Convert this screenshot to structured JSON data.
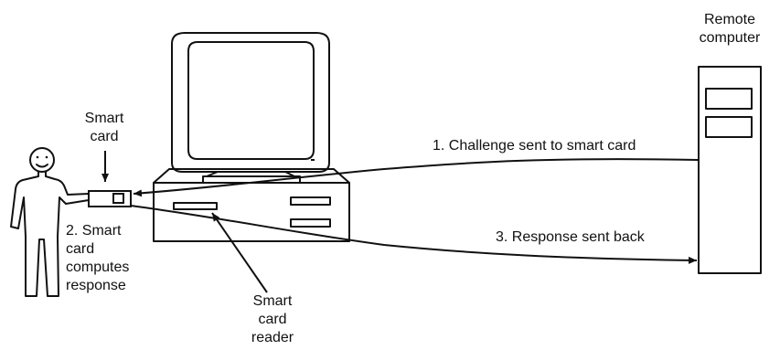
{
  "labels": {
    "remote_computer": [
      "Remote",
      "computer"
    ],
    "smart_card": [
      "Smart",
      "card"
    ],
    "challenge": "1. Challenge sent to smart card",
    "computes": [
      "2. Smart",
      "card",
      "computes",
      "response"
    ],
    "response": "3. Response sent back",
    "reader": [
      "Smart",
      "card",
      "reader"
    ]
  },
  "colors": {
    "ink": "#111111",
    "background": "#ffffff"
  }
}
